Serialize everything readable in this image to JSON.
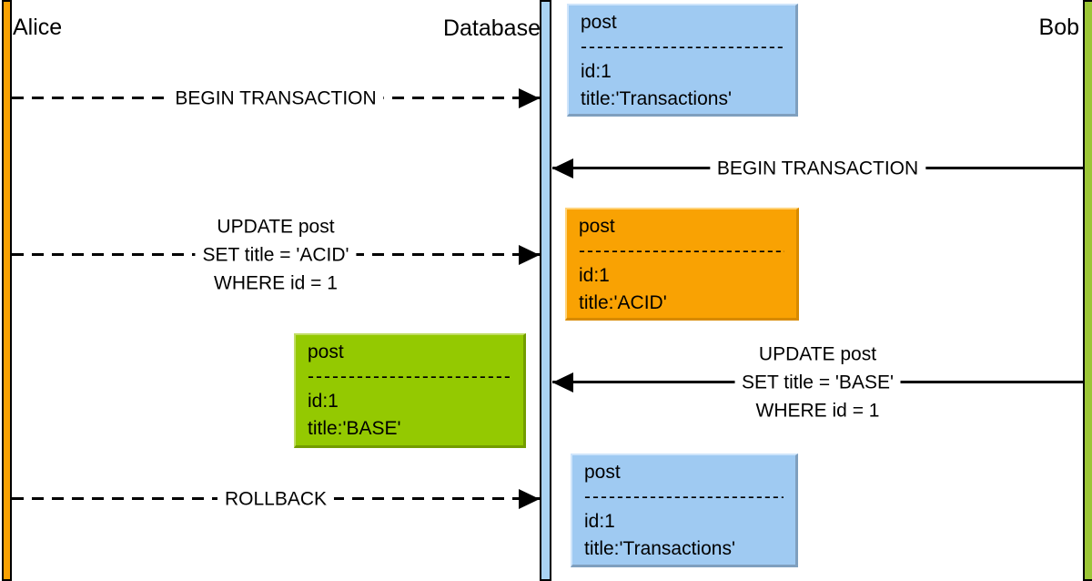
{
  "actors": [
    {
      "name": "Alice",
      "color": "#f9a203"
    },
    {
      "name": "Database",
      "color": "#a9d3f3"
    },
    {
      "name": "Bob",
      "color": "#9cc636"
    }
  ],
  "messages": [
    {
      "from": "Alice",
      "to": "Database",
      "style": "dashed",
      "lines": [
        "BEGIN TRANSACTION"
      ]
    },
    {
      "from": "Bob",
      "to": "Database",
      "style": "solid",
      "lines": [
        "BEGIN TRANSACTION"
      ]
    },
    {
      "from": "Alice",
      "to": "Database",
      "style": "dashed",
      "lines": [
        "UPDATE post",
        "SET title = 'ACID'",
        "WHERE id = 1"
      ]
    },
    {
      "from": "Bob",
      "to": "Database",
      "style": "solid",
      "lines": [
        "UPDATE post",
        "SET title = 'BASE'",
        "WHERE id = 1"
      ]
    },
    {
      "from": "Alice",
      "to": "Database",
      "style": "dashed",
      "lines": [
        "ROLLBACK"
      ]
    }
  ],
  "notes": [
    {
      "title": "post",
      "separator": "--------------------------",
      "fields": [
        "id:1",
        "title:'Transactions'"
      ],
      "color": "#9fcaf2"
    },
    {
      "title": "post",
      "separator": "--------------------------",
      "fields": [
        "id:1",
        "title:'ACID'"
      ],
      "color": "#f9a203"
    },
    {
      "title": "post",
      "separator": "--------------------------",
      "fields": [
        "id:1",
        "title:'BASE'"
      ],
      "color": "#94c901"
    },
    {
      "title": "post",
      "separator": "--------------------------",
      "fields": [
        "id:1",
        "title:'Transactions'"
      ],
      "color": "#9fcaf2"
    }
  ]
}
